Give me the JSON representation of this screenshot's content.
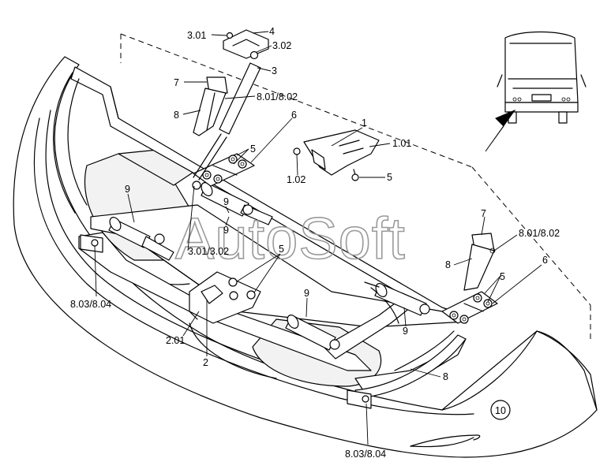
{
  "watermark": "AutoSoft",
  "labels": {
    "l_301_top": "3.01",
    "l_4": "4",
    "l_302": "3.02",
    "l_3": "3",
    "l_7_left": "7",
    "l_801_left": "8.01/8.02",
    "l_8_left": "8",
    "l_6_top": "6",
    "l_5_top": "5",
    "l_1": "1",
    "l_101": "1.01",
    "l_102": "1.02",
    "l_5_mid": "5",
    "l_9_a": "9",
    "l_9_b": "9",
    "l_3013": "3.01/3.02",
    "l_5_center": "5",
    "l_803_left": "8.03/8.04",
    "l_201": "2.01",
    "l_2": "2",
    "l_9_c": "9",
    "l_9_d": "9",
    "l_7_right": "7",
    "l_801_right": "8.01/8.02",
    "l_8_right": "8",
    "l_6_right": "6",
    "l_5_right": "5",
    "l_8_bottom": "8",
    "l_10": "10",
    "l_803_bottom": "8.03/8.04"
  }
}
